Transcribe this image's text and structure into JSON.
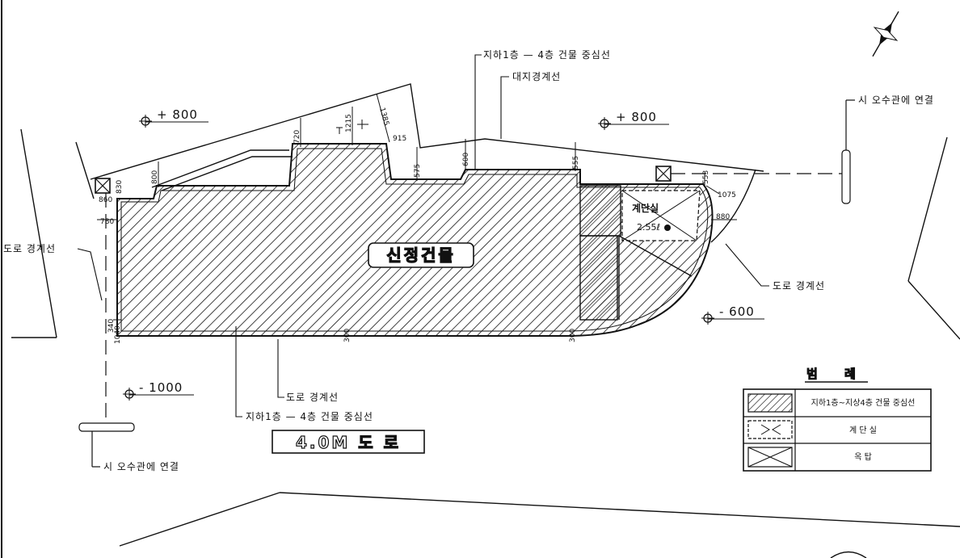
{
  "labels": {
    "building_name": "신정건물",
    "road_name": "4.0M 도 로",
    "centerline_top": "지하1층 — 4층 건물 중심선",
    "centerline_bottom": "지하1층 — 4층 건물 중심선",
    "site_boundary": "대지경계선",
    "road_boundary_left": "도로 경계선",
    "road_boundary_right": "도로 경계선",
    "road_boundary_bottom": "도로 경계선",
    "sewer_right": "시 오수관에 연결",
    "sewer_left": "시 오수관에 연결",
    "stair_text": "계단실",
    "stair_dim": "2.55ℓ"
  },
  "levels": {
    "l1": "+ 800",
    "l2": "+ 800",
    "l3": "- 600",
    "l4": "- 1000"
  },
  "dimensions": {
    "d720": "720",
    "d1215": "1215",
    "d1385": "1385",
    "d915": "915",
    "d575": "575",
    "d600": "600",
    "d555": "555",
    "d553": "553",
    "d1075": "1075",
    "d880": "880",
    "d830": "830",
    "d860": "860",
    "d780": "780",
    "d800": "800",
    "d300a": "300",
    "d300b": "300",
    "d340": "340",
    "d1040": "1040"
  },
  "legend": {
    "title": "범 례",
    "rows": [
      {
        "symbol": "hatch",
        "label": "지하1층~지상4층 건물 중심선"
      },
      {
        "symbol": "stair",
        "label": "계 단 실"
      },
      {
        "symbol": "elevator",
        "label": "옥 탑"
      }
    ]
  },
  "icons": {
    "north": "north-arrow-icon"
  },
  "colors": {
    "ink": "#111111",
    "paper": "#ffffff"
  }
}
